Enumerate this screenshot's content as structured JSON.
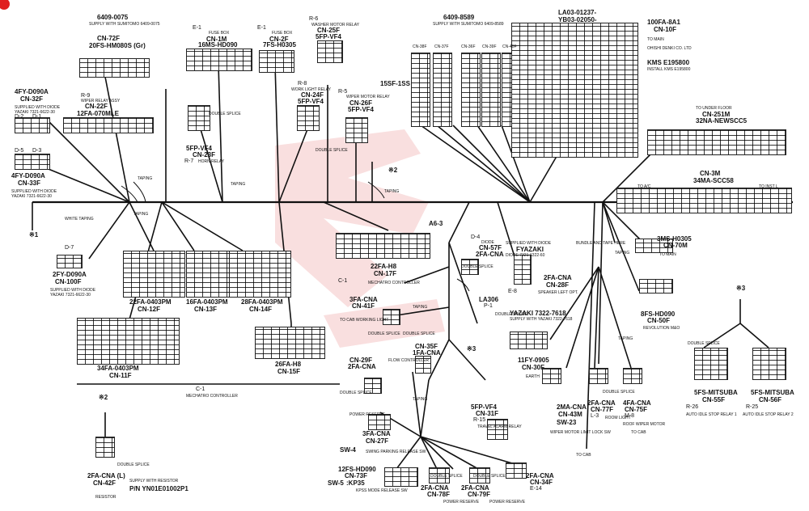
{
  "colors": {
    "wire": "#111111",
    "watermark": "#f2b8b8",
    "logo": "#e02020"
  },
  "labels": {
    "c_6409_0075": "6409-0075",
    "supply_sumitomo_1": "SUPPLY WITH SUMITOMO 6409-0075",
    "cn72f": "CN-72F",
    "p20fs": "20FS-HM080S (Gr)",
    "r9": "R-9",
    "wiper_relay": "WIPER RELAY ASSY",
    "cn22f": "CN-22F",
    "p12fa": "12FA-070MLE",
    "fy4a": "4FY-D090A",
    "cn32f": "CN-32F",
    "supplied_diode_1": "SUPPLIED WITH DIODE",
    "yazaki_1": "YAZAKI 7321-6622-30",
    "d2": "D-2",
    "d1": "D-1",
    "d5": "D-5",
    "d3": "D-3",
    "fy4b": "4FY-D090A",
    "cn33f": "CN-33F",
    "supplied_diode_2": "SUPPLIED WITH DIODE",
    "yazaki_2": "YAZAKI 7321-6622-30",
    "taping_1": "TAPING",
    "white_taping": "WHITE TAPING",
    "taping_2": "TAPING",
    "mark1": "※1",
    "d7": "D-7",
    "fy2": "2FY-D090A",
    "cn100f": "CN-100F",
    "supplied_diode_3": "SUPPLIED WITH DIODE",
    "yazaki_3": "YAZAKI 7321-6622-30",
    "e1a": "E-1",
    "fuse_box_1": "FUSE BOX",
    "cn1m": "CN-1M",
    "fms": "16MS-HD090",
    "e1b": "E-1",
    "fuse_box_2": "FUSE BOX",
    "cn2f": "CN-2F",
    "fs7": "7FS-H0305",
    "r6": "R-6",
    "washer_relay": "WASHER MOTOR RELAY",
    "cn25f": "CN-25F",
    "fp5a": "5FP-VF4",
    "double_splice_1": "DOUBLE SPLICE",
    "fp5b": "5FP-VF4",
    "cn23f": "CN-23F",
    "r7": "R-7",
    "horn_relay": "HORN RELAY",
    "taping_3": "TAPING",
    "r8": "R-8",
    "work_light_relay": "WORK LIGHT RELAY",
    "cn24f": "CN-24F",
    "fp5c": "5FP-VF4",
    "double_splice_2": "DOUBLE SPLICE",
    "r5": "R-5",
    "wiper_motor_relay": "WIPER MOTOR RELAY",
    "cn26f": "CN-26F",
    "fp5d": "5FP-VF4",
    "ssf": "15SF-1SS",
    "c_6409_8589": "6409-8589",
    "supply_sumitomo_2": "SUPPLY WITH SUMITOMO 6409-8589",
    "cn38f": "CN-38F",
    "cn37f": "CN-37F",
    "cn36f": "CN-36F",
    "cn39f": "CN-39F",
    "cn40f": "CN-40F",
    "mark2": "※2",
    "taping_4": "TAPING",
    "la03": "LA03-01237-",
    "yb03": "YB03-02050-",
    "fa100": "100FA-8A1",
    "cn10f": "CN-10F",
    "to_main_1": "TO MAIN",
    "ohishi": "OHISHI DENKI CO. LTD",
    "kms": "KMS E195800",
    "install_kms": "INSTALL KMS E195800",
    "to_under_floor": "TO UNDER FLOOR",
    "cn251m": "CN-251M",
    "na32": "32NA-NEWSCC5",
    "cn3m": "CN-3M",
    "ma34": "34MA-SCC58",
    "to_ac": "TO A/C",
    "to_inst_l": "TO INST L",
    "a63": "A6-3",
    "fa22": "22FA-H8",
    "cn17f": "CN-17F",
    "c1a": "C-1",
    "mechatro_1": "MECHATRO CONTROLLER",
    "d4": "D-4",
    "diode": "DIODE",
    "cn57f": "CN-57F",
    "fa2cna_1": "2FA-CNA",
    "double_splice_3": "DOUBLE SPLICE",
    "supplied_diode_4": "SUPPLIED WITH DIODE",
    "fyazaki": "FYAZAKI",
    "diode_yazaki": "DIODE 7321-6322-60",
    "bundle": "BUNDLE AND TAPE HERE",
    "taping_5": "TAPING",
    "e8": "E-8",
    "fa2cna_2": "2FA-CNA",
    "cn28f": "CN-28F",
    "speaker": "SPEAKER LEFT OPT.",
    "ms3": "3MS-H0305",
    "cn70m": "CN-70M",
    "to_main_2": "TO MAIN",
    "fs8": "8FS-HD090",
    "cn50f": "CN-50F",
    "revolution": "REVOLUTION M&O",
    "mark3": "※3",
    "fa22b": "22FA-0403PM",
    "cn12f": "CN-12F",
    "fa16": "16FA-0403PM",
    "cn13f": "CN-13F",
    "fa28": "28FA-0403PM",
    "cn14f": "CN-14F",
    "fa3cna_1": "3FA-CNA",
    "cn41f": "CN-41F",
    "to_cab_working": "TO CAB WORKING LIGHT",
    "taping_6": "TAPING",
    "double_splice_4": "DOUBLE SPLICE",
    "double_splice_5": "DOUBLE SPLICE",
    "la306": "LA306",
    "p1": "P-1",
    "yazaki_7322": "YAZAKI 7322-7618",
    "supply_yazaki": "SUPPLY WITH YAZAKI 7322-7618",
    "double_splice_6": "DOUBLE SPLICE",
    "taping_7": "TAPING",
    "fa34": "34FA-0403PM",
    "cn11f": "CN-11F",
    "fa26": "26FA-H8",
    "cn15f": "CN-15F",
    "cn35f": "CN-35F",
    "fa1cna": "1FA-CNA",
    "mark3b": "※3",
    "fy11": "11FY-0905",
    "cn30f": "CN-30F",
    "earth": "EARTH",
    "taping_8": "TAPING",
    "fs5_1": "5FS-MITSUBA",
    "cn55f": "CN-55F",
    "fs5_2": "5FS-MITSUBA",
    "cn56f": "CN-56F",
    "r26": "R-26",
    "auto_idle_1": "AUTO IDLE STOP RELAY 1",
    "r25": "R-25",
    "auto_idle_2": "AUTO IDLE STOP RELAY 2",
    "double_splice_7": "DOUBLE SPLICE",
    "c1b": "C-1",
    "mechatro_2": "MECHATRO CONTROLLER",
    "cn29f": "CN-29F",
    "fa2cna_3": "2FA-CNA",
    "double_splice_8": "DOUBLE SPLICE",
    "flow_controller": "FLOW CONTROLLER",
    "taping_9": "TAPING",
    "mark2b": "※2",
    "fa2cna_l": "2FA-CNA (L)",
    "cn42f": "CN-42F",
    "double_splice_9": "DOUBLE SPLICE",
    "supply_resistor": "SUPPLY WITH RESISTOR",
    "pn_resistor": "P/N YN01E01002P1",
    "resistor": "RESISTOR",
    "fa3cna_2": "3FA-CNA",
    "cn27f": "CN-27F",
    "power_reserve_1": "POWER RESERVE",
    "sw4": "SW-4",
    "swing_parking": "SWING PARKING RELEASE SW",
    "fp5e": "5FP-VF4",
    "cn31f": "CN-31F",
    "r15": "R-15",
    "travel_alarm": "TRAVEL ALARM RELAY",
    "fa2cna_4": "2MA-CNA",
    "cn43m": "CN-43M",
    "sw23": "SW-23",
    "wiper_limit": "WIPER MOTOR LIMIT LOCK SW",
    "fa2cna_5": "2FA-CNA",
    "cn77f": "CN-77F",
    "l3": "L-3",
    "room_light": "ROOM LIGHT",
    "double_splice_10": "DOUBLE SPLICE",
    "fa4cna": "4FA-CNA",
    "cn75f": "CN-75F",
    "m8": "M-8",
    "roof_wiper": "ROOF WIPER MOTOR",
    "to_cab_1": "TO CAB",
    "to_cab_2": "TO CAB",
    "fs12": "12FS-HD090",
    "cn73f": "CN-73F",
    "sw5": "SW-5",
    "kp": ":KP35",
    "kpss": "KPSS MODE RELEASE SW",
    "fa2cna_6": "2FA-CNA",
    "cn78f": "CN-78F",
    "fa2cna_7": "2FA-CNA",
    "cn79f": "CN-79F",
    "power_reserve_2": "POWER RESERVE",
    "power_reserve_3": "POWER RESERVE",
    "fa2cna_8": "2FA-CNA",
    "cn34f": "CN-34F",
    "e14": "E-14",
    "double_splice_11": "DOUBLE SPLICE",
    "double_splice_12": "DOUBLE SPLICE"
  }
}
